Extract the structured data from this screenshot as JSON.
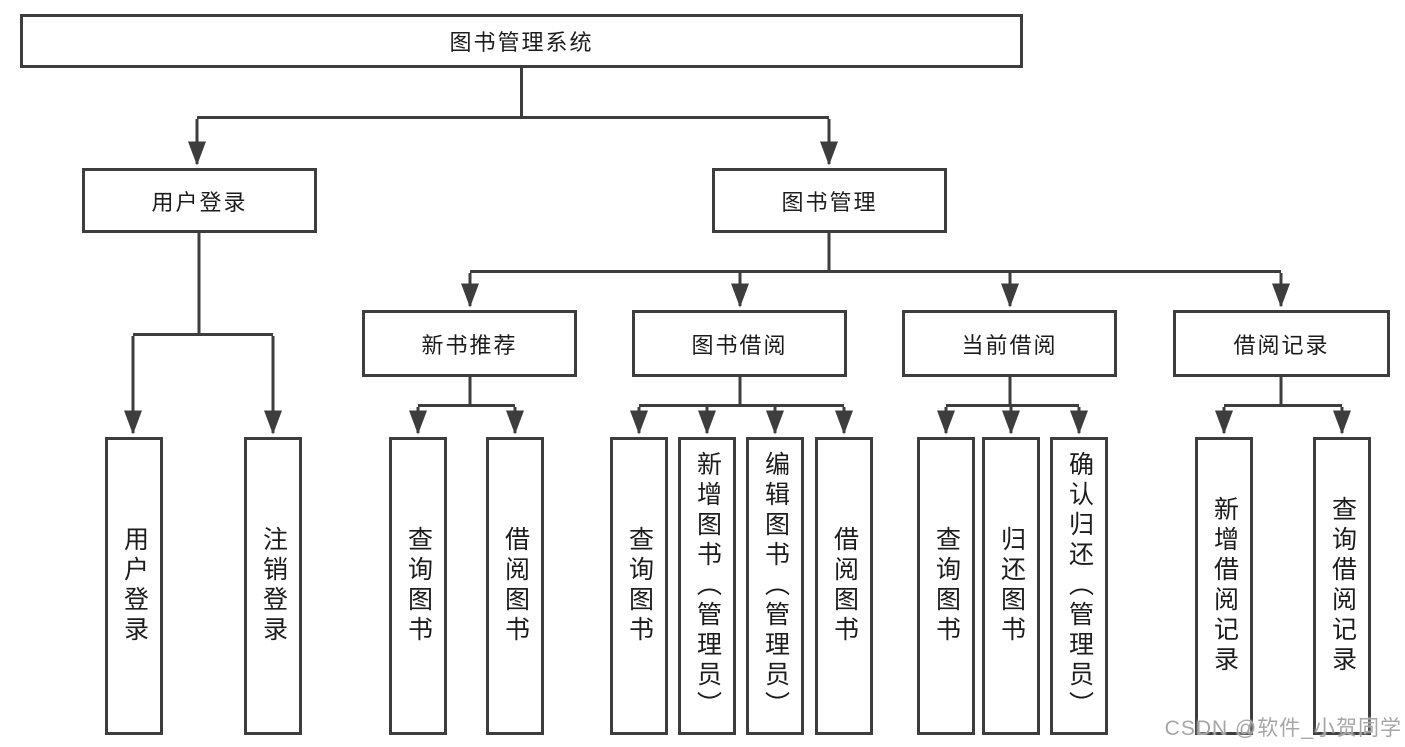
{
  "diagram": {
    "watermark": "CSDN @软件_小贺同学",
    "colors": {
      "line": "#3d3d3d",
      "text": "#1c1c1c",
      "watermark": "#a6a6a6",
      "background": "#ffffff"
    },
    "nodes": {
      "root": "图书管理系统",
      "user_login": "用户登录",
      "book_mgmt": "图书管理",
      "new_rec": "新书推荐",
      "book_borrow": "图书借阅",
      "current_borrow": "当前借阅",
      "borrow_record": "借阅记录",
      "leaf_user_login": "用户登录",
      "leaf_logout": "注销登录",
      "leaf_rec_query": "查询图书",
      "leaf_rec_borrow": "借阅图书",
      "leaf_bb_query": "查询图书",
      "leaf_bb_add": "新增图书（管理员）",
      "leaf_bb_edit": "编辑图书（管理员）",
      "leaf_bb_borrow": "借阅图书",
      "leaf_cb_query": "查询图书",
      "leaf_cb_return": "归还图书",
      "leaf_cb_confirm": "确认归还（管理员）",
      "leaf_br_add": "新增借阅记录",
      "leaf_br_query": "查询借阅记录"
    },
    "tree": {
      "root": "图书管理系统",
      "children": [
        {
          "label": "用户登录",
          "children": [
            "用户登录",
            "注销登录"
          ]
        },
        {
          "label": "图书管理",
          "children": [
            {
              "label": "新书推荐",
              "children": [
                "查询图书",
                "借阅图书"
              ]
            },
            {
              "label": "图书借阅",
              "children": [
                "查询图书",
                "新增图书（管理员）",
                "编辑图书（管理员）",
                "借阅图书"
              ]
            },
            {
              "label": "当前借阅",
              "children": [
                "查询图书",
                "归还图书",
                "确认归还（管理员）"
              ]
            },
            {
              "label": "借阅记录",
              "children": [
                "新增借阅记录",
                "查询借阅记录"
              ]
            }
          ]
        }
      ]
    }
  }
}
